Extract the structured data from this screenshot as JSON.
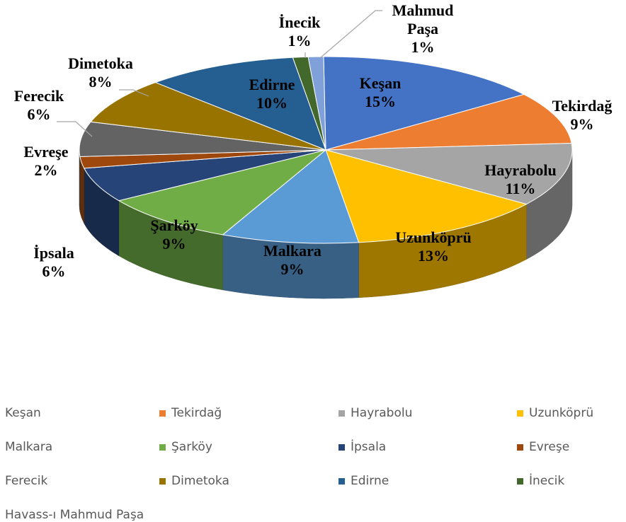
{
  "chart_data": {
    "type": "pie",
    "style": "3d-pie",
    "slices": [
      {
        "name": "Keşan",
        "value": 15,
        "label": "15%",
        "color": "#4472C4"
      },
      {
        "name": "Tekirdağ",
        "value": 9,
        "label": "9%",
        "color": "#ED7D31"
      },
      {
        "name": "Hayrabolu",
        "value": 11,
        "label": "11%",
        "color": "#A5A5A5"
      },
      {
        "name": "Uzunköprü",
        "value": 13,
        "label": "13%",
        "color": "#FFC000"
      },
      {
        "name": "Malkara",
        "value": 9,
        "label": "9%",
        "color": "#5B9BD5"
      },
      {
        "name": "Şarköy",
        "value": 9,
        "label": "9%",
        "color": "#70AD47"
      },
      {
        "name": "İpsala",
        "value": 6,
        "label": "6%",
        "color": "#264478"
      },
      {
        "name": "Evreşe",
        "value": 2,
        "label": "2%",
        "color": "#9E480E"
      },
      {
        "name": "Ferecik",
        "value": 6,
        "label": "6%",
        "color": "#636363"
      },
      {
        "name": "Dimetoka",
        "value": 8,
        "label": "8%",
        "color": "#997300"
      },
      {
        "name": "Edirne",
        "value": 10,
        "label": "10%",
        "color": "#255E91"
      },
      {
        "name": "İnecik",
        "value": 1,
        "label": "1%",
        "color": "#43682B"
      },
      {
        "name": "Mahmud Paşa",
        "value": 1,
        "label": "1%",
        "color": "#7FA0D9"
      }
    ],
    "legend": {
      "placement": "bottom",
      "entries": [
        "Keşan",
        "Tekirdağ",
        "Hayrabolu",
        "Uzunköprü",
        "Malkara",
        "Şarköy",
        "İpsala",
        "Evreşe",
        "Ferecik",
        "Dimetoka",
        "Edirne",
        "İnecik",
        "Havass-ı Mahmud Paşa"
      ]
    }
  }
}
